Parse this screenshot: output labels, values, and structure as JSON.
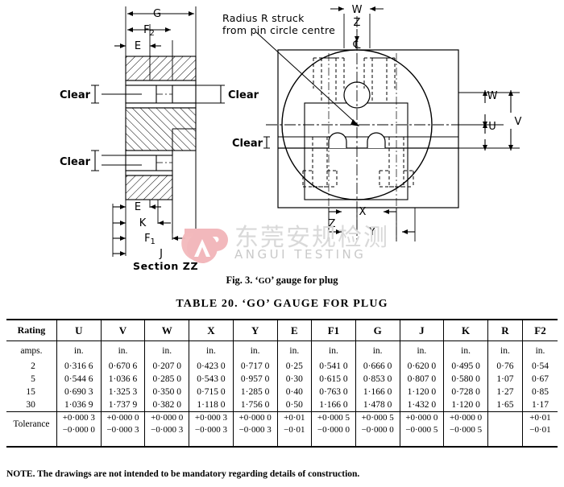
{
  "figure": {
    "caption_prefix": "Fig. 3. ‘",
    "caption_go": "GO",
    "caption_suffix": "’ gauge for plug",
    "note_radius_line1": "Radius R struck",
    "note_radius_line2": "from pin circle centre",
    "section_label": "Section ZZ",
    "clear_label": "Clear",
    "left_view": {
      "dim_top": [
        "G",
        "F2",
        "E"
      ],
      "dim_bottom": [
        "E",
        "K",
        "F1",
        "J"
      ],
      "clear_labels": [
        "Clear",
        "Clear",
        "Clear"
      ]
    },
    "right_view": {
      "dim_top": [
        "W",
        "Z"
      ],
      "centerline_symbol": "℄",
      "dim_right": [
        "W",
        "U",
        "V"
      ],
      "dim_bottom": [
        "X",
        "Z",
        "Y"
      ],
      "clear_label": "Clear"
    }
  },
  "watermark": {
    "chinese": "东莞安规检测",
    "english": "ANGUI  TESTING",
    "logo_color": "#f2b8bc",
    "text_color": "#d9d9d9"
  },
  "table": {
    "title": "TABLE 20. ‘GO’ GAUGE FOR PLUG",
    "headers": [
      "Rating",
      "U",
      "V",
      "W",
      "X",
      "Y",
      "E",
      "F1",
      "G",
      "J",
      "K",
      "R",
      "F2"
    ],
    "units": [
      "amps.",
      "in.",
      "in.",
      "in.",
      "in.",
      "in.",
      "in.",
      "in.",
      "in.",
      "in.",
      "in.",
      "in.",
      "in."
    ],
    "rows": [
      [
        "2",
        "0·316 6",
        "0·670 6",
        "0·207 0",
        "0·423 0",
        "0·717 0",
        "0·25",
        "0·541 0",
        "0·666 0",
        "0·620 0",
        "0·495 0",
        "0·76",
        "0·54"
      ],
      [
        "5",
        "0·544 6",
        "1·036 6",
        "0·285 0",
        "0·543 0",
        "0·957 0",
        "0·30",
        "0·615 0",
        "0·853 0",
        "0·807 0",
        "0·580 0",
        "1·07",
        "0·67"
      ],
      [
        "15",
        "0·690 3",
        "1·325 3",
        "0·350 0",
        "0·715 0",
        "1·285 0",
        "0·40",
        "0·763 0",
        "1·166 0",
        "1·120 0",
        "0·728 0",
        "1·27",
        "0·85"
      ],
      [
        "30",
        "1·036 9",
        "1·737 9",
        "0·382 0",
        "1·118 0",
        "1·756 0",
        "0·50",
        "1·166 0",
        "1·478 0",
        "1·432 0",
        "1·120 0",
        "1·65",
        "1·17"
      ]
    ],
    "tolerance_label": "Tolerance",
    "tolerance": [
      {
        "plus": "+0·000 3",
        "minus": "−0·000 0"
      },
      {
        "plus": "+0·000 0",
        "minus": "−0·000 3"
      },
      {
        "plus": "+0·000 0",
        "minus": "−0·000 3"
      },
      {
        "plus": "+0·000 3",
        "minus": "−0·000 3"
      },
      {
        "plus": "+0·000 0",
        "minus": "−0·000 3"
      },
      {
        "plus": "+0·01",
        "minus": "−0·01"
      },
      {
        "plus": "+0·000 5",
        "minus": "−0·000 0"
      },
      {
        "plus": "+0·000 5",
        "minus": "−0·000 0"
      },
      {
        "plus": "+0·000 0",
        "minus": "−0·000 5"
      },
      {
        "plus": "+0·000 0",
        "minus": "−0·000 5"
      },
      {
        "plus": "",
        "minus": ""
      },
      {
        "plus": "+0·01",
        "minus": "−0·01"
      }
    ]
  },
  "note": "NOTE. The drawings are not intended to be mandatory regarding details of construction."
}
